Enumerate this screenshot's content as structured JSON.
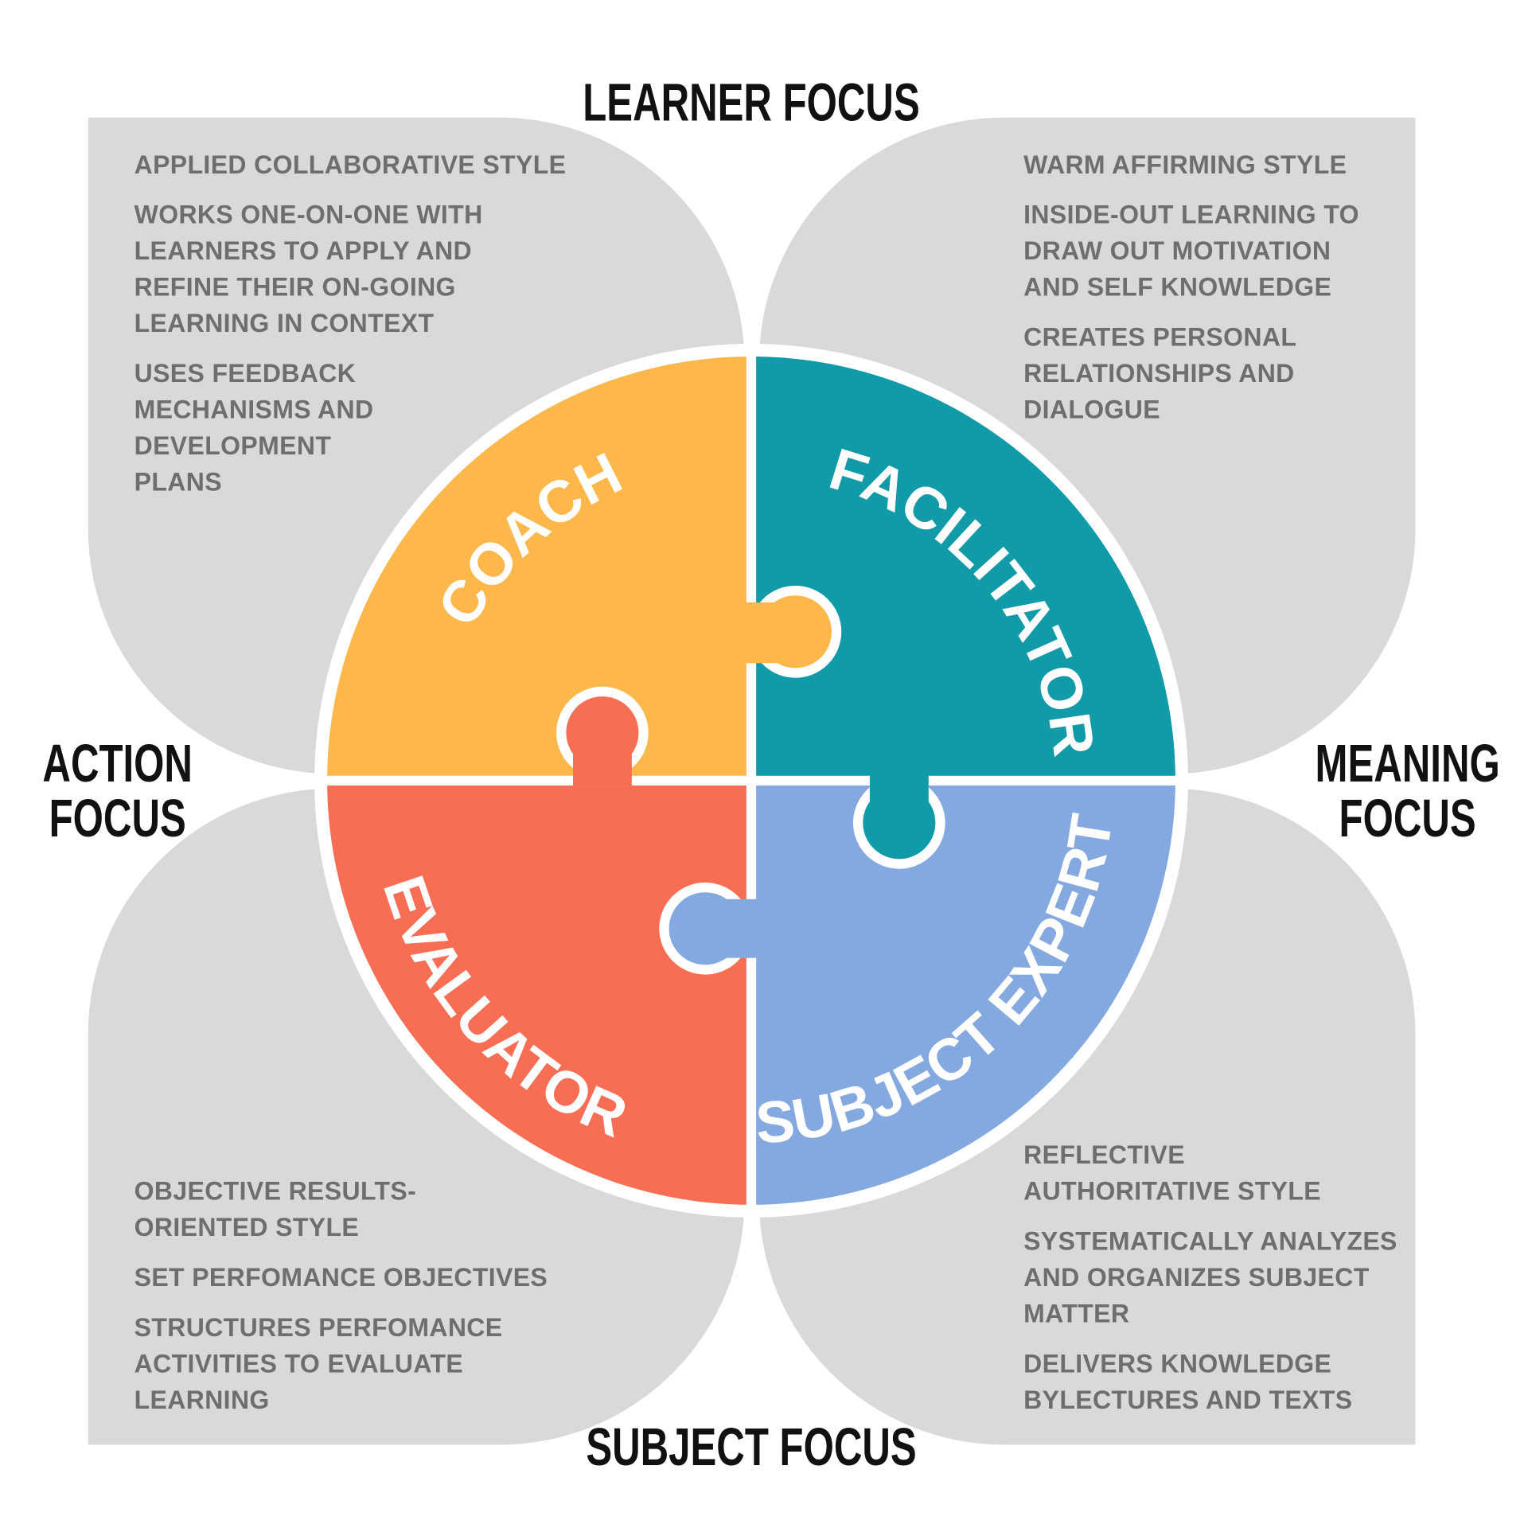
{
  "focus_labels": {
    "top": "LEARNER FOCUS",
    "left": "ACTION\nFOCUS",
    "right": "MEANING\nFOCUS",
    "bottom": "SUBJECT FOCUS"
  },
  "roles": {
    "coach": {
      "label": "COACH",
      "color": "#fdb74a",
      "points": [
        "APPLIED COLLABORATIVE STYLE",
        "WORKS ONE-ON-ONE WITH\nLEARNERS TO APPLY AND\nREFINE THEIR ON-GOING\nLEARNING IN CONTEXT",
        "USES FEEDBACK\nMECHANISMS AND\nDEVELOPMENT\nPLANS"
      ]
    },
    "facilitator": {
      "label": "FACILITATOR",
      "color": "#119ba8",
      "points": [
        "WARM AFFIRMING STYLE",
        "INSIDE-OUT LEARNING TO\nDRAW OUT MOTIVATION\nAND SELF KNOWLEDGE",
        "CREATES PERSONAL\nRELATIONSHIPS AND\nDIALOGUE"
      ]
    },
    "evaluator": {
      "label": "EVALUATOR",
      "color": "#f86e54",
      "points": [
        "OBJECTIVE RESULTS-\nORIENTED STYLE",
        "SET PERFOMANCE OBJECTIVES",
        "STRUCTURES PERFOMANCE\nACTIVITIES TO EVALUATE\nLEARNING"
      ]
    },
    "subject_expert": {
      "label": "SUBJECT EXPERT",
      "color": "#84a9e1",
      "points": [
        "REFLECTIVE\nAUTHORITATIVE STYLE",
        "SYSTEMATICALLY ANALYZES\nAND ORGANIZES SUBJECT\nMATTER",
        "DELIVERS KNOWLEDGE\nBYLECTURES AND TEXTS"
      ]
    }
  },
  "colors": {
    "panel": "#d9d9d9",
    "text": "#6e6e6e"
  }
}
